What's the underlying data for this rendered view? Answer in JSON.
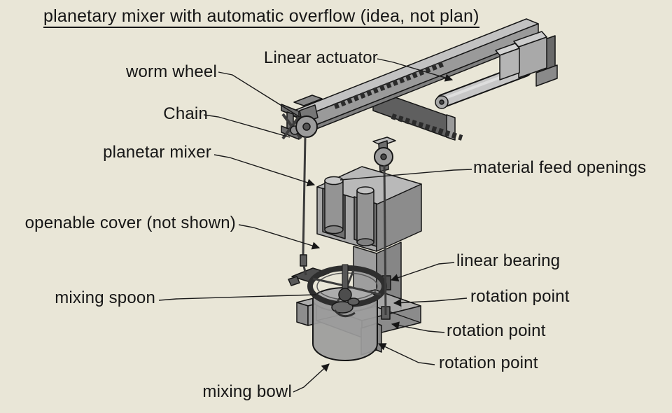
{
  "title": "planetary mixer with automatic overflow (idea, not plan)",
  "annotations": {
    "linear_actuator": "Linear actuator",
    "worm_wheel": "worm wheel",
    "chain": "Chain",
    "planetar_mixer": "planetar mixer",
    "material_feed_openings": "material feed openings",
    "openable_cover": "openable cover (not shown)",
    "linear_bearing": "linear bearing",
    "mixing_spoon": "mixing spoon",
    "rotation_point_1": "rotation point",
    "rotation_point_2": "rotation point",
    "rotation_point_3": "rotation point",
    "mixing_bowl": "mixing bowl"
  },
  "colors": {
    "background": "#e9e6d7",
    "ink": "#161616",
    "metal_light": "#c6c6c6",
    "metal_mid": "#9b9b9b",
    "metal_dark": "#6e6e6e"
  }
}
